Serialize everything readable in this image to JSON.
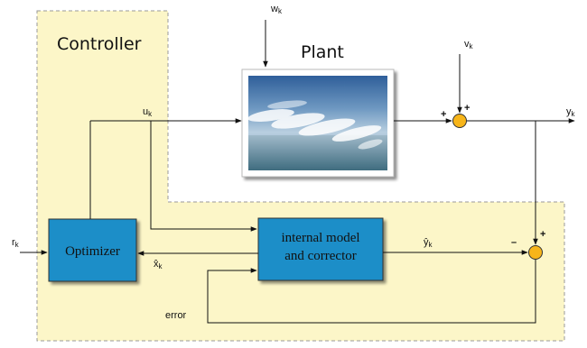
{
  "controller": {
    "title": "Controller",
    "fill": "#fcf6c8",
    "border": "#9a9a9a"
  },
  "plant": {
    "title": "Plant"
  },
  "blocks": {
    "optimizer": {
      "label": "Optimizer",
      "fill": "#1f8ec8"
    },
    "internal_model": {
      "line1": "internal model",
      "line2": "and corrector",
      "fill": "#1f8ec8"
    }
  },
  "summing_junction_fill": "#f7b51a",
  "signals": {
    "w": {
      "base": "w",
      "sub": "k"
    },
    "v": {
      "base": "v",
      "sub": "k"
    },
    "u": {
      "base": "u",
      "sub": "k"
    },
    "y": {
      "base": "y",
      "sub": "k"
    },
    "r": {
      "base": "r",
      "sub": "k"
    },
    "yhat": {
      "base": "ŷ",
      "sub": "k"
    },
    "xhat": {
      "base": "x̂",
      "sub": "k"
    },
    "error": "error"
  },
  "signs": {
    "plus": "+",
    "minus": "–"
  }
}
